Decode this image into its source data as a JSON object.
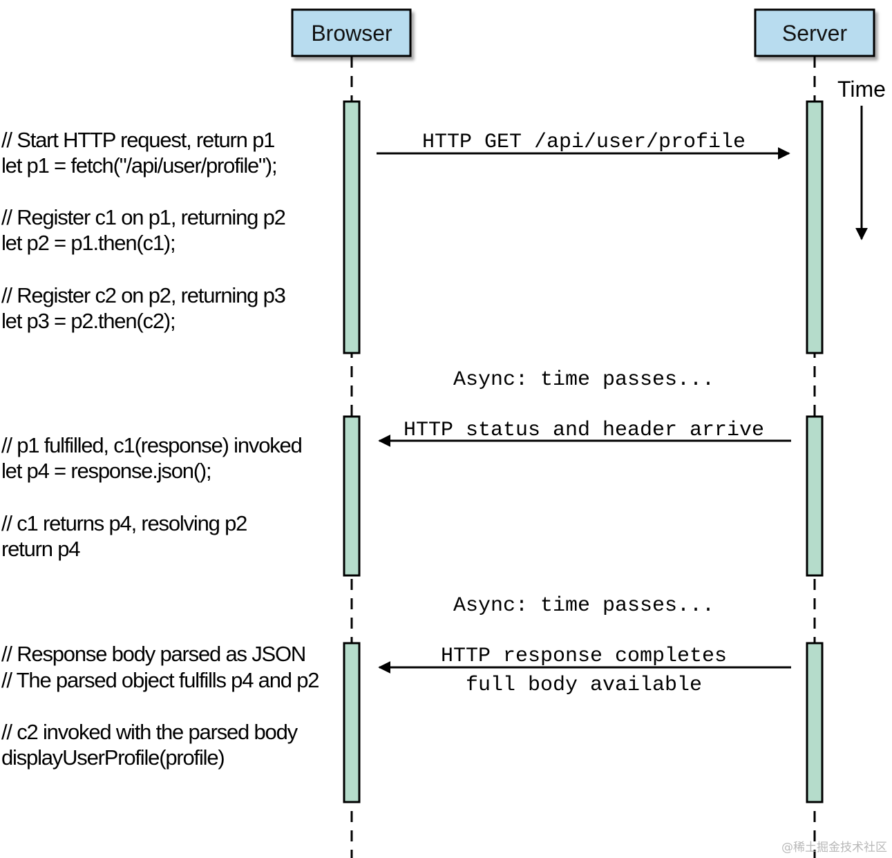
{
  "actors": {
    "browser": "Browser",
    "server": "Server"
  },
  "time_label": "Time",
  "notes": {
    "block1": [
      "// Start HTTP request, return p1",
      "let p1 = fetch(\"/api/user/profile\");",
      "",
      "// Register c1 on p1, returning p2",
      "let p2 = p1.then(c1);",
      "",
      "// Register c2 on p2, returning p3",
      "let p3 = p2.then(c2);"
    ],
    "block2": [
      "// p1 fulfilled, c1(response) invoked",
      "let p4 = response.json();",
      "",
      "// c1 returns p4, resolving p2",
      "return p4"
    ],
    "block3": [
      "// Response body parsed as JSON",
      "// The parsed object fulfills p4 and p2",
      "",
      "// c2 invoked with the parsed body",
      "displayUserProfile(profile)"
    ]
  },
  "messages": {
    "request": "HTTP GET /api/user/profile",
    "headers": "HTTP status and header arrive",
    "complete_line1": "HTTP response completes",
    "complete_line2": "full body available"
  },
  "async_labels": {
    "first": "Async: time passes...",
    "second": "Async: time passes..."
  },
  "watermark": "@稀土掘金技术社区",
  "colors": {
    "actor_fill": "#b8dcef",
    "activation_fill": "#b5dccb",
    "stroke": "#000000"
  }
}
